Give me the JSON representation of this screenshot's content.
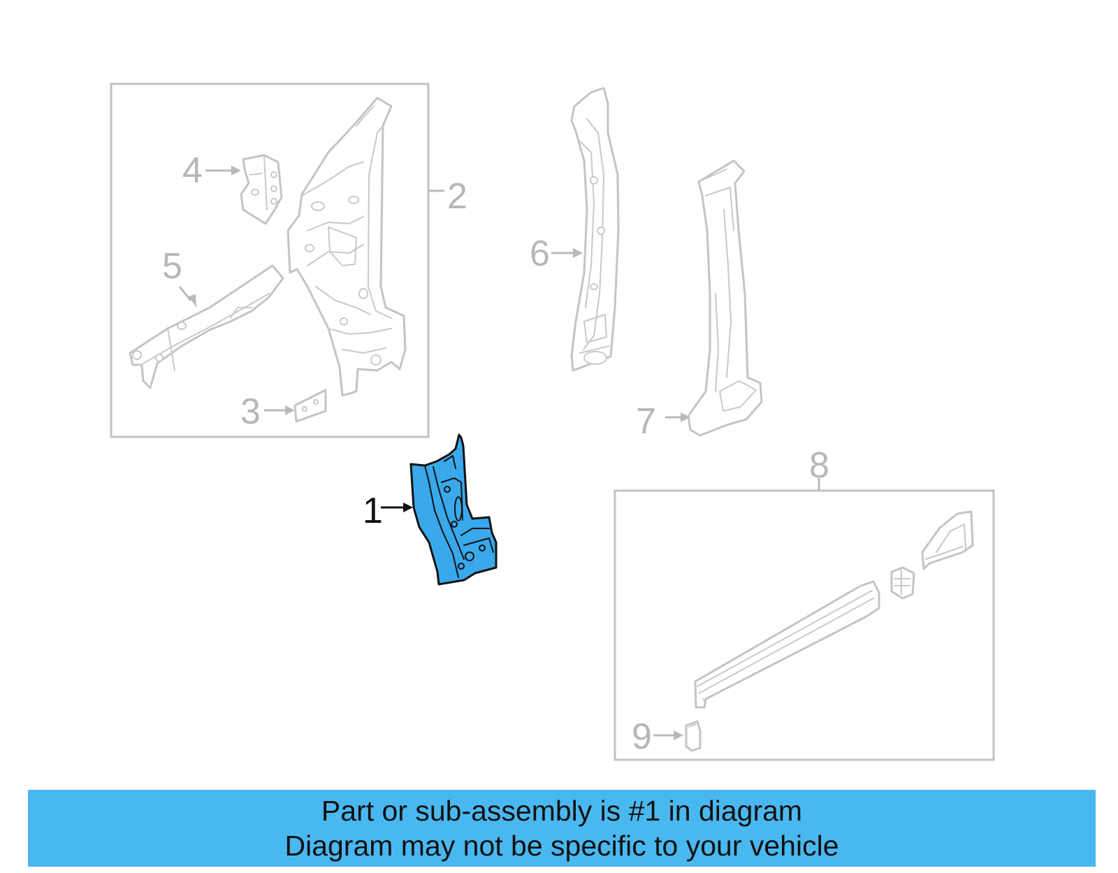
{
  "callouts": {
    "c1": "1",
    "c2": "2",
    "c3": "3",
    "c4": "4",
    "c5": "5",
    "c6": "6",
    "c7": "7",
    "c8": "8",
    "c9": "9"
  },
  "highlight_color": "#39a9ec",
  "banner_color": "#4ab8f0",
  "banner": {
    "line1": "Part or sub-assembly is #1 in diagram",
    "line2": "Diagram may not be specific to your vehicle"
  }
}
